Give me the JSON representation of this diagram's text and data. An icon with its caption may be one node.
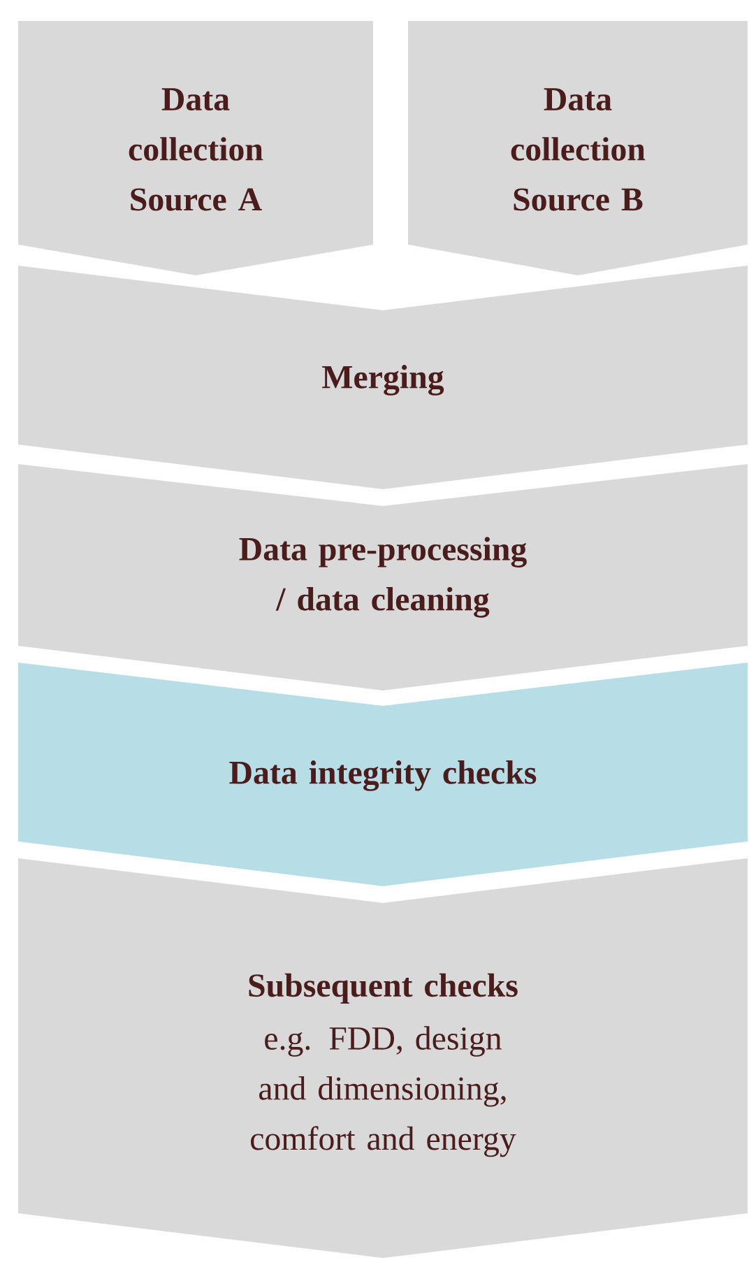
{
  "diagram": {
    "nodes": [
      {
        "text": [
          "Data collection Source A"
        ]
      },
      {
        "text": [
          "Data collection Source B"
        ]
      },
      {
        "text": [
          "Merging"
        ]
      },
      {
        "text": [
          "Data pre-processing / data cleaning"
        ]
      },
      {
        "text": [
          "Data integrity checks"
        ]
      },
      {
        "text": [
          "Subsequent checks",
          "e.g. FDD, design and dimensioning, comfort and energy"
        ]
      }
    ]
  }
}
